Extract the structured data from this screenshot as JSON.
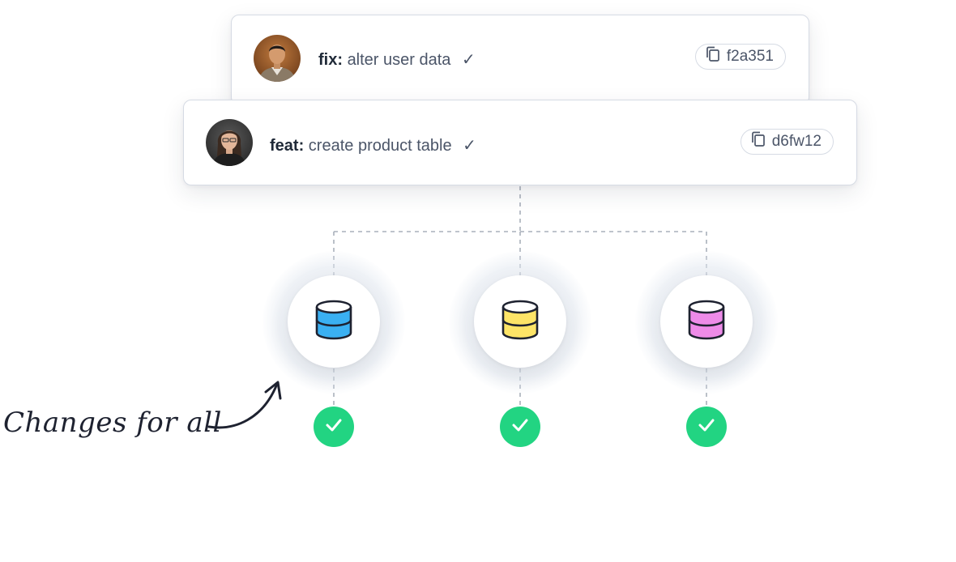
{
  "commits": [
    {
      "id": "commit-back",
      "type": "fix:",
      "message": "alter user data",
      "check": "✓",
      "hash": "f2a351"
    },
    {
      "id": "commit-front",
      "type": "feat:",
      "message": "create product table",
      "check": "✓",
      "hash": "d6fw12"
    }
  ],
  "databases": [
    {
      "name": "database-blue",
      "color": "#3ab0f2",
      "status": "success"
    },
    {
      "name": "database-yellow",
      "color": "#fde467",
      "status": "success"
    },
    {
      "name": "database-pink",
      "color": "#ee8be8",
      "status": "success"
    }
  ],
  "annotation": {
    "text": "Changes for all"
  },
  "colors": {
    "success": "#22d482",
    "border": "#d6dbe4",
    "text": "#4b5568",
    "heading": "#1f2937"
  },
  "icons": {
    "copy": "copy-icon",
    "database": "database-icon",
    "check": "check-icon",
    "arrow": "curved-arrow-icon"
  }
}
